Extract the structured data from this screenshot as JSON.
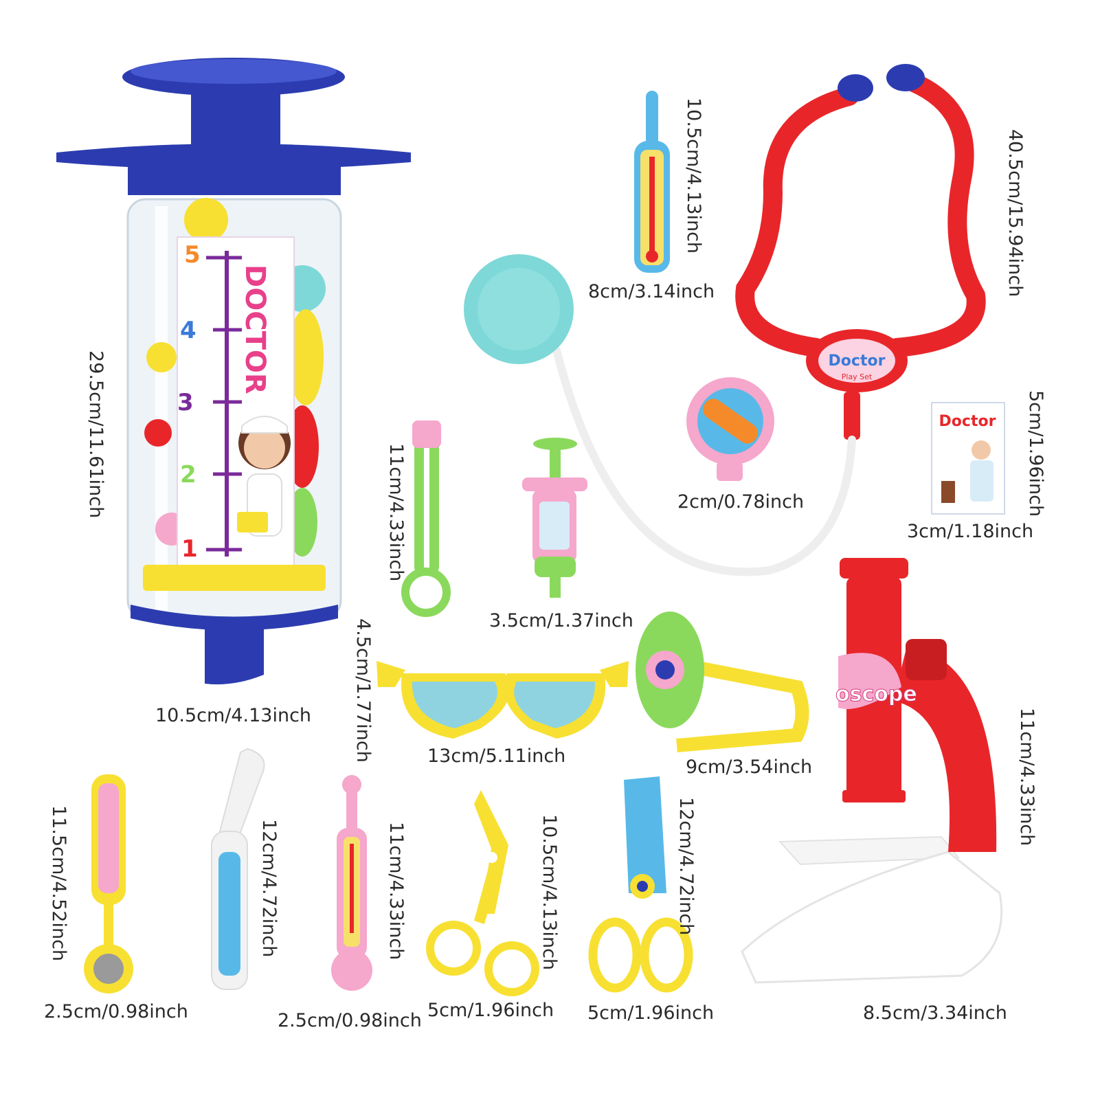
{
  "toy_text": {
    "doctor_jar": "DOCTOR",
    "doctor_stethoscope": "Doctor",
    "play_set": "Play Set",
    "microscope": "oscope",
    "booklet_title": "Doctor",
    "jar_scale": [
      "5",
      "4",
      "3",
      "2",
      "1"
    ]
  },
  "labels": {
    "syringe_jar_height": "29.5cm/11.61inch",
    "syringe_jar_width": "10.5cm/4.13inch",
    "thermometer_height": "10.5cm/4.13inch",
    "thermometer_width": "8cm/3.14inch",
    "stethoscope_height": "40.5cm/15.94inch",
    "bandage_case_width": "2cm/0.78inch",
    "booklet_height": "5cm/1.96inch",
    "booklet_width": "3cm/1.18inch",
    "tweezers_height": "11cm/4.33inch",
    "small_syringe_width": "3.5cm/1.37inch",
    "glasses_height": "4.5cm/1.77inch",
    "glasses_width": "13cm/5.11inch",
    "head_mirror_width": "9cm/3.54inch",
    "microscope_height": "11cm/4.33inch",
    "microscope_width": "8.5cm/3.34inch",
    "dental_mirror_height": "11.5cm/4.52inch",
    "dental_mirror_width": "2.5cm/0.98inch",
    "spatula_height": "12cm/4.72inch",
    "reflex_hammer_height": "11cm/4.33inch",
    "reflex_hammer_width": "2.5cm/0.98inch",
    "clamp_height": "10.5cm/4.13inch",
    "clamp_width": "5cm/1.96inch",
    "scissors_height": "12cm/4.72inch",
    "scissors_width": "5cm/1.96inch"
  },
  "colors": {
    "blue": "#2c3cb0",
    "red": "#e8262a",
    "yellow": "#f7e032",
    "pink": "#f5a7cc",
    "teal": "#7fd8d8",
    "green": "#8bd95c",
    "light_blue": "#58b9e8"
  }
}
